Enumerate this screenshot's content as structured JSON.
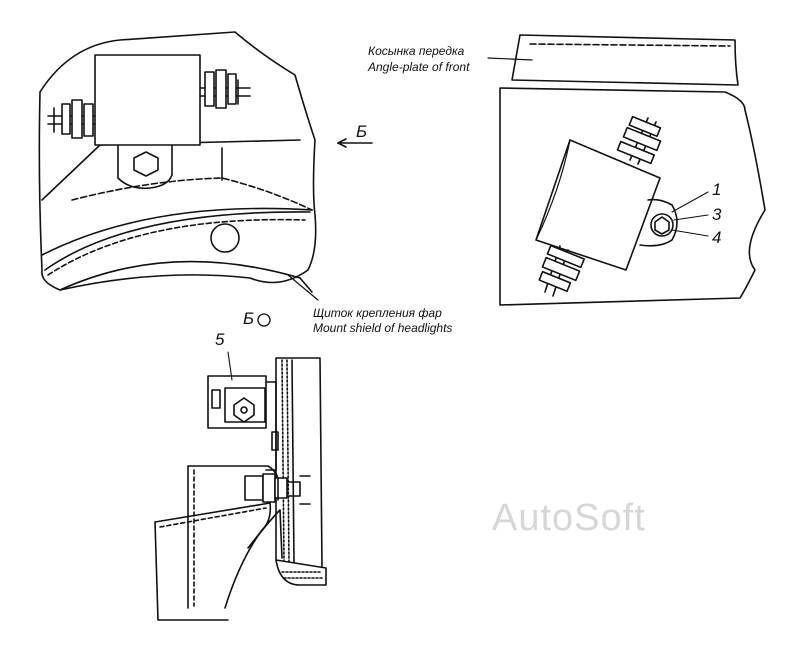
{
  "labels": {
    "front_plate_ru": "Косынка передка",
    "front_plate_en": "Angle-plate of front",
    "shield_ru": "Щиток крепления фар",
    "shield_en": "Mount shield of headlights",
    "view_b": "Б",
    "view_b_rotated": "Б",
    "callout_1": "1",
    "callout_3": "3",
    "callout_4": "4",
    "callout_5": "5"
  },
  "watermark": "AutoSoft",
  "colors": {
    "line": "#111111",
    "watermark": "#d6d6d6"
  }
}
